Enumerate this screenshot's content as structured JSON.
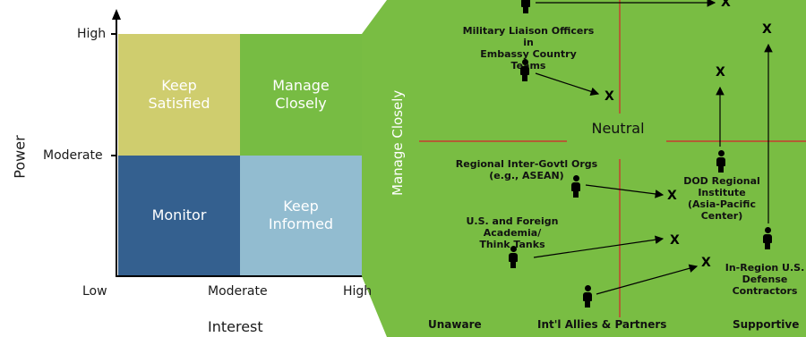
{
  "grid": {
    "quadrants": {
      "keep_satisfied": "Keep\nSatisfied",
      "manage_closely": "Manage\nClosely",
      "monitor": "Monitor",
      "keep_informed": "Keep\nInformed"
    },
    "y_ticks": {
      "high": "High",
      "moderate": "Moderate"
    },
    "x_ticks": {
      "low": "Low",
      "moderate": "Moderate",
      "high": "High"
    },
    "y_title": "Power",
    "x_title": "Interest"
  },
  "zoom": {
    "side_label": "Manage Closely",
    "center_label": "Neutral",
    "corners": {
      "left": "Unaware",
      "right": "Supportive"
    },
    "stakeholders": {
      "liaison": "Military Liaison Officers in\nEmbassy Country Teams",
      "regional": "Regional Inter-Govtl Orgs\n(e.g., ASEAN)",
      "academia": "U.S. and Foreign Academia/\nThink Tanks",
      "allies": "Int'l Allies & Partners",
      "dod": "DOD Regional\nInstitute\n(Asia-Pacific\nCenter)",
      "contractors": "In-Region U.S.\nDefense\nContractors"
    },
    "target_marker": "X"
  },
  "colors": {
    "keep_satisfied": "#cfcd6e",
    "manage_closely": "#77bc43",
    "monitor": "#34608f",
    "keep_informed": "#92bcd0",
    "zoom_bg": "#79bd43",
    "zoom_lines": "#d8222b"
  }
}
